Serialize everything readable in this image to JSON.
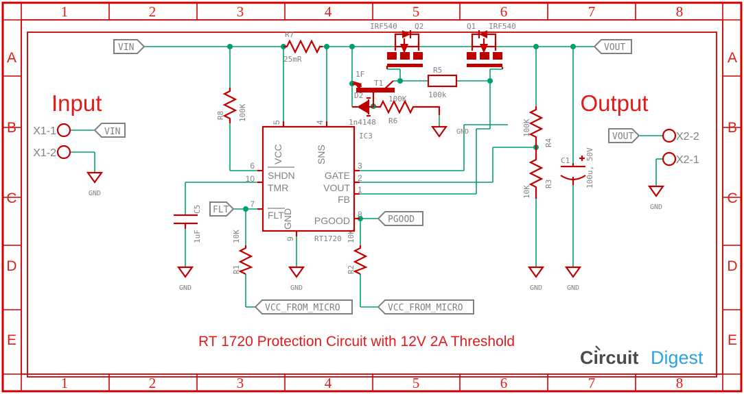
{
  "sheet": {
    "title": "RT 1720 Protection Circuit with 12V 2A Threshold",
    "input_heading": "Input",
    "output_heading": "Output",
    "logo_part1": "Circuit",
    "logo_part2": "Digest",
    "colors": {
      "border": "#cc0000",
      "wire": "#00a06a",
      "part": "#c00000",
      "label": "#808080",
      "title": "#e01b1b",
      "logo_dark": "#4a4a4a",
      "logo_blue": "#29a3e0"
    }
  },
  "grid": {
    "columns": [
      "1",
      "2",
      "3",
      "4",
      "5",
      "6",
      "7",
      "8"
    ],
    "rows": [
      "A",
      "B",
      "C",
      "D",
      "E"
    ]
  },
  "connectors": [
    {
      "name": "X1-1",
      "label": "X1-1"
    },
    {
      "name": "X1-2",
      "label": "X1-2"
    },
    {
      "name": "X2-2",
      "label": "X2-2"
    },
    {
      "name": "X2-1",
      "label": "X2-1"
    }
  ],
  "net_flags": [
    {
      "name": "vin-input-flag",
      "label": "VIN"
    },
    {
      "name": "vin-source-flag",
      "label": "VIN"
    },
    {
      "name": "vout-source-flag",
      "label": "VOUT"
    },
    {
      "name": "vout-output-flag",
      "label": "VOUT"
    },
    {
      "name": "flt-flag",
      "label": "FLT"
    },
    {
      "name": "pgood-flag",
      "label": "PGOOD"
    },
    {
      "name": "vcc-micro-flag-1",
      "label": "VCC_FROM_MICRO"
    },
    {
      "name": "vcc-micro-flag-2",
      "label": "VCC_FROM_MICRO"
    }
  ],
  "gnd_label": "GND",
  "ic": {
    "refdes": "IC3",
    "part": "RT1720",
    "pins_left": [
      {
        "num": "5",
        "name": "VCC"
      },
      {
        "num": "6",
        "name": "SHDN"
      },
      {
        "num": "10",
        "name": "TMR"
      },
      {
        "num": "7",
        "name": "FLT"
      },
      {
        "num": "9",
        "name": "GND"
      }
    ],
    "pins_right": [
      {
        "num": "4",
        "name": "SNS"
      },
      {
        "num": "3",
        "name": "GATE"
      },
      {
        "num": "2",
        "name": "VOUT"
      },
      {
        "num": "1",
        "name": "FB"
      },
      {
        "num": "8",
        "name": "PGOOD"
      }
    ],
    "labels": {
      "vcc": "VCC",
      "sns": "SNS",
      "shdn": "SHDN",
      "gate": "GATE",
      "tmr": "TMR",
      "vout": "VOUT",
      "fb": "FB",
      "flt": "FLT",
      "gnd": "GND",
      "pgood": "PGOOD"
    }
  },
  "components": [
    {
      "name": "R7",
      "refdes": "R7",
      "value": "25mR"
    },
    {
      "name": "R8",
      "refdes": "R8",
      "value": "100K"
    },
    {
      "name": "R5",
      "refdes": "R5",
      "value": "100k"
    },
    {
      "name": "R6",
      "refdes": "R6",
      "value": "100K"
    },
    {
      "name": "R4",
      "refdes": "R4",
      "value": "100K"
    },
    {
      "name": "R3",
      "refdes": "R3",
      "value": "10K"
    },
    {
      "name": "R1",
      "refdes": "R1",
      "value": "10K"
    },
    {
      "name": "R2",
      "refdes": "R2",
      "value": "10K"
    },
    {
      "name": "C1",
      "refdes": "C1",
      "value": "100u, 50V"
    },
    {
      "name": "C5",
      "refdes": "C5",
      "value": "1uF"
    },
    {
      "name": "D2",
      "refdes": "D2",
      "value": "1n4148"
    },
    {
      "name": "T1",
      "refdes": "T1",
      "value": "1F"
    },
    {
      "name": "Q1",
      "refdes": "Q1",
      "value": "IRF540"
    },
    {
      "name": "Q2",
      "refdes": "Q2",
      "value": "IRF540"
    }
  ]
}
